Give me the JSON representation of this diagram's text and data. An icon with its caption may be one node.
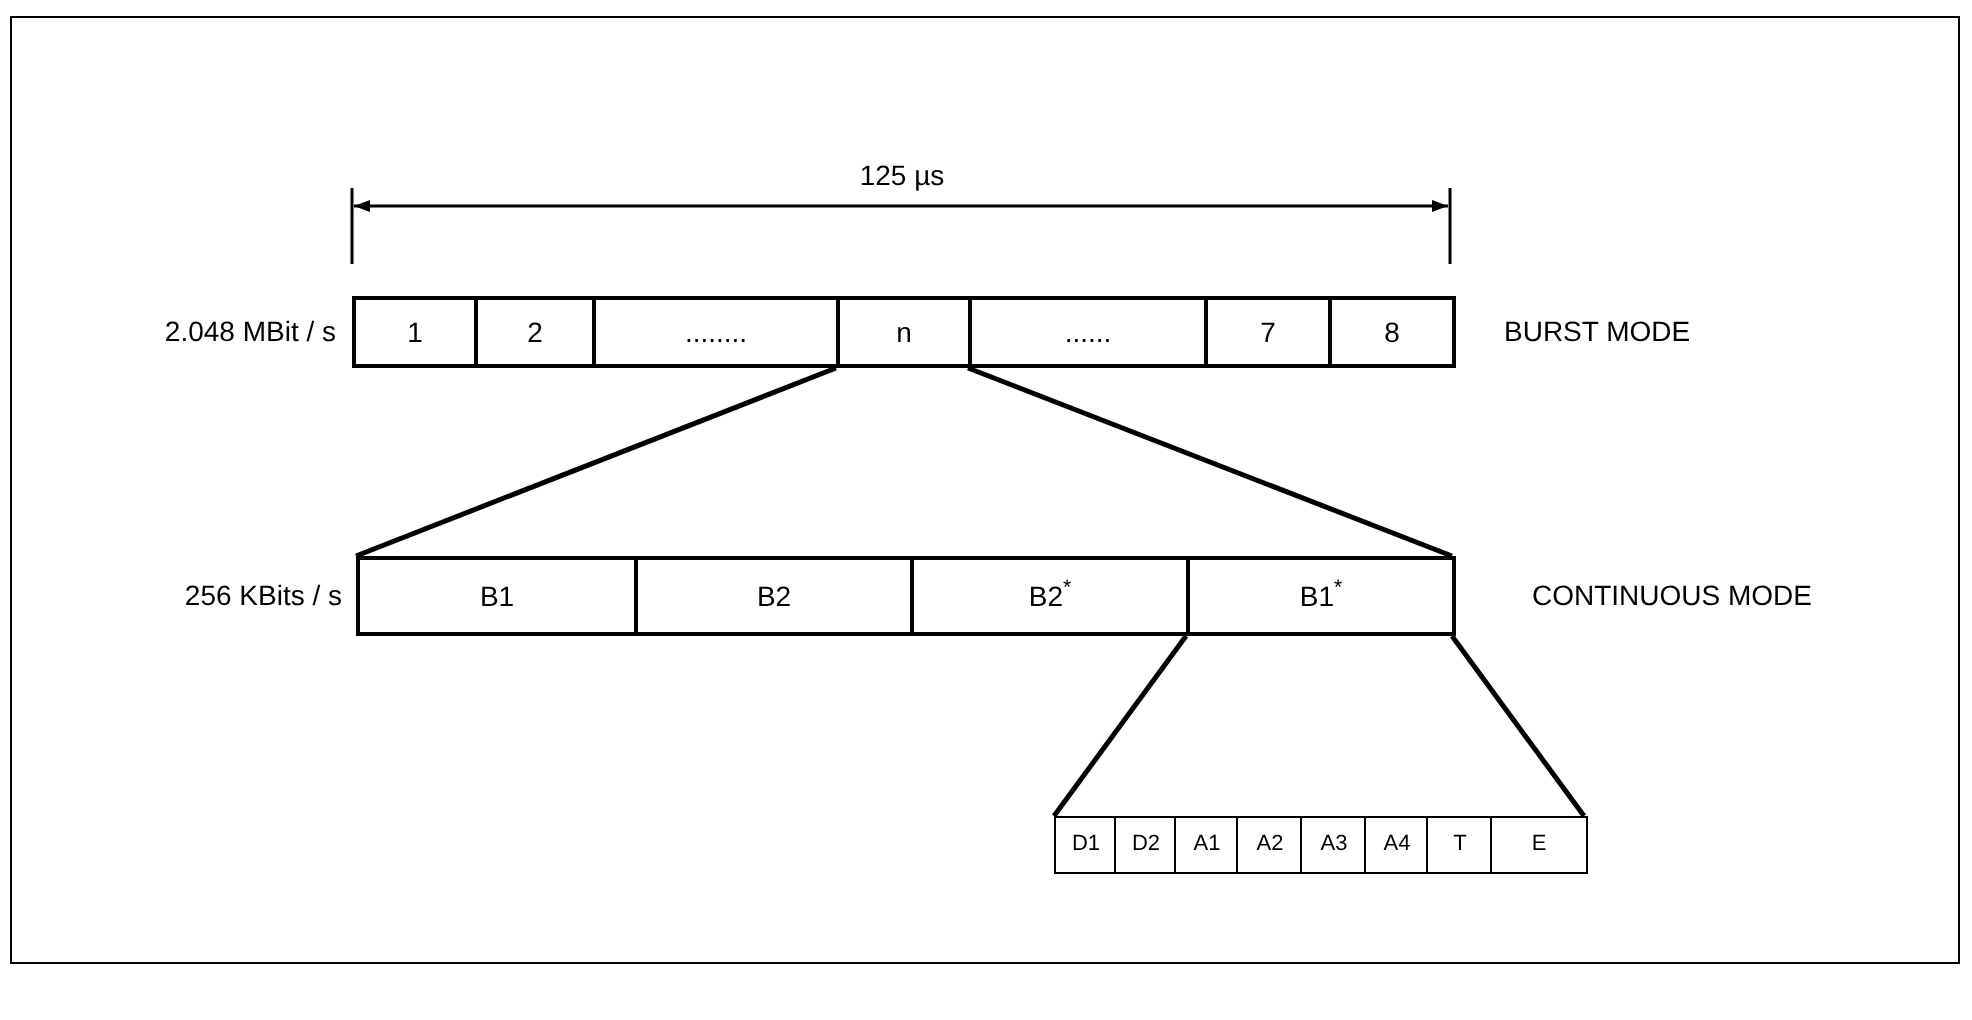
{
  "diagram": {
    "nodes": [
      {
        "text": [
          "1"
        ]
      },
      {
        "text": [
          "2"
        ]
      },
      {
        "text": [
          "........"
        ]
      },
      {
        "text": [
          "n"
        ]
      },
      {
        "text": [
          "......"
        ]
      },
      {
        "text": [
          "7"
        ]
      },
      {
        "text": [
          "8"
        ]
      },
      {
        "text": [
          "B1"
        ]
      },
      {
        "text": [
          "B2"
        ]
      },
      {
        "text": [
          "B2$^{*}$"
        ]
      },
      {
        "text": [
          "B1$^{*}$"
        ]
      },
      {
        "text": [
          "D1"
        ]
      },
      {
        "text": [
          "D2"
        ]
      },
      {
        "text": [
          "A1"
        ]
      },
      {
        "text": [
          "A2"
        ]
      },
      {
        "text": [
          "A3"
        ]
      },
      {
        "text": [
          "A4"
        ]
      },
      {
        "text": [
          "T"
        ]
      },
      {
        "text": [
          "E"
        ]
      }
    ],
    "edges": [
      {
        "from": 3,
        "to": 7,
        "arrow": "none"
      },
      {
        "from": 3,
        "to": 10,
        "arrow": "none"
      },
      {
        "from": 10,
        "to": 11,
        "arrow": "none"
      },
      {
        "from": 10,
        "to": 18,
        "arrow": "none"
      }
    ],
    "labels": [
      "125 µs",
      "2.048 MBit / s",
      "BURST MODE",
      "256 KBits / s",
      "CONTINUOUS MODE"
    ]
  }
}
